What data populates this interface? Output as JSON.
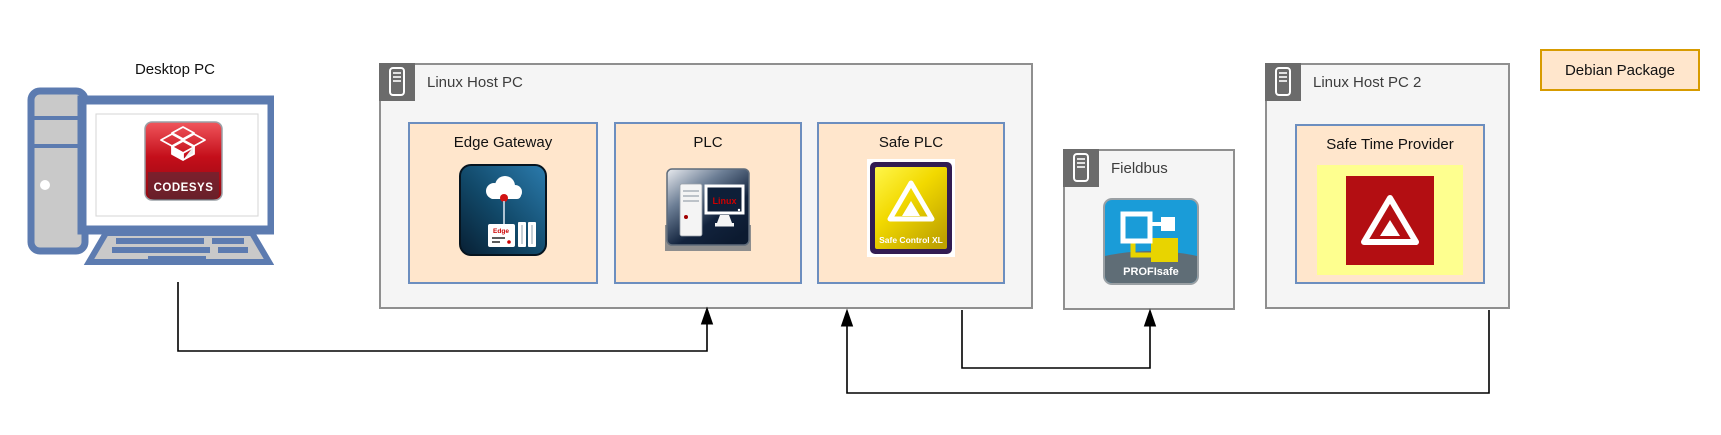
{
  "desktop": {
    "label": "Desktop PC",
    "logo_text": "CODESYS"
  },
  "groups": {
    "linux_host_pc": {
      "title": "Linux Host PC"
    },
    "fieldbus": {
      "title": "Fieldbus"
    },
    "linux_host_pc_2": {
      "title": "Linux Host PC 2"
    }
  },
  "components": {
    "edge_gateway": {
      "label": "Edge Gateway",
      "icon_text": "Edge"
    },
    "plc": {
      "label": "PLC",
      "icon_text": "Linux"
    },
    "safe_plc": {
      "label": "Safe PLC",
      "icon_text": "Safe Control XL"
    },
    "profisafe": {
      "label": "PROFIsafe"
    },
    "safe_time_provider": {
      "label": "Safe Time Provider"
    }
  },
  "legend": {
    "label": "Debian Package"
  },
  "colors": {
    "group_fill": "#F5F5F5",
    "group_stroke": "#8F8F8F",
    "component_fill": "#FFE6CC",
    "component_stroke": "#6C8EBF",
    "legend_stroke": "#D79B00",
    "badge_gray": "#6B6B6B",
    "connector": "#000000",
    "codesys_red": "#C40E1A",
    "desktop_blue": "#5C7BB0",
    "edge_gateway_blue": "#0E3A5C",
    "profisafe_blue": "#1A9CD8",
    "safety_yellow": "#F2D900",
    "warning_red": "#B30E12",
    "highlight_yellow": "#FEFF8F"
  }
}
